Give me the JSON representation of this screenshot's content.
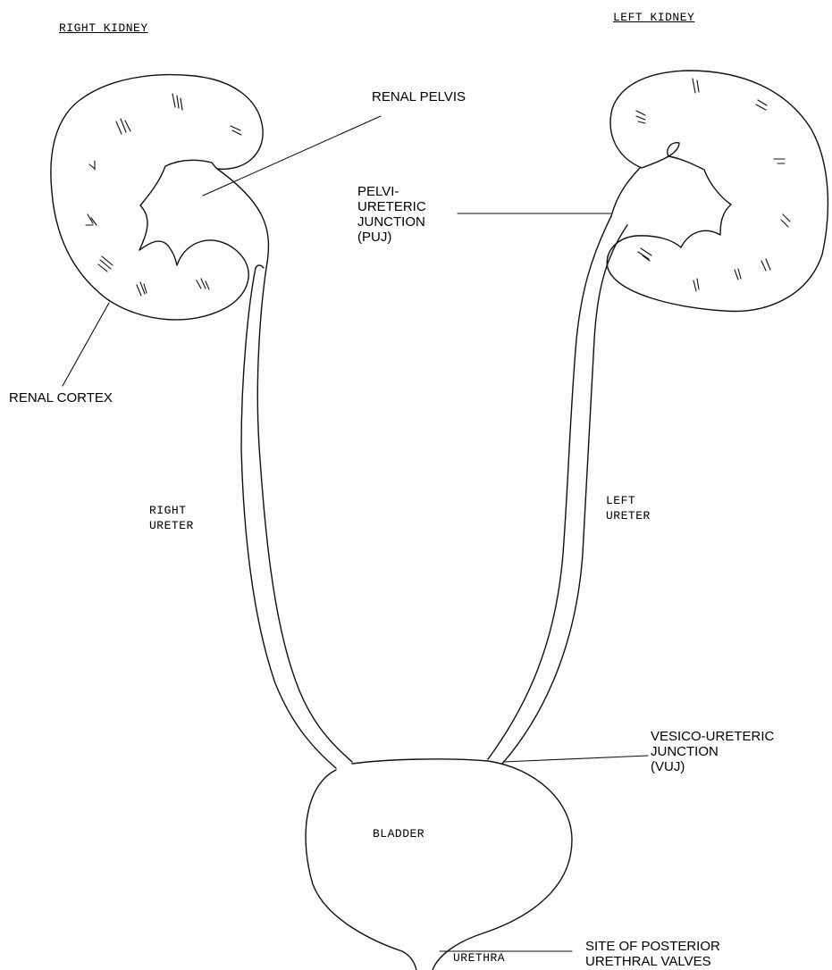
{
  "titles": {
    "right_kidney": "RIGHT KIDNEY",
    "left_kidney": "LEFT KIDNEY"
  },
  "labels": {
    "renal_pelvis": "RENAL PELVIS",
    "renal_cortex": "RENAL CORTEX",
    "puj": "PELVI-\nURETERIC\nJUNCTION\n(PUJ)",
    "right_ureter": "RIGHT\nURETER",
    "left_ureter": "LEFT\nURETER",
    "vuj": "VESICO-URETERIC\nJUNCTION\n(VUJ)",
    "bladder": "BLADDER",
    "posterior_urethral_valves": "SITE OF POSTERIOR\nURETHRAL VALVES",
    "urethra": "URETHRA"
  },
  "colors": {
    "ink": "#111111",
    "paper": "#fdfdfd"
  }
}
